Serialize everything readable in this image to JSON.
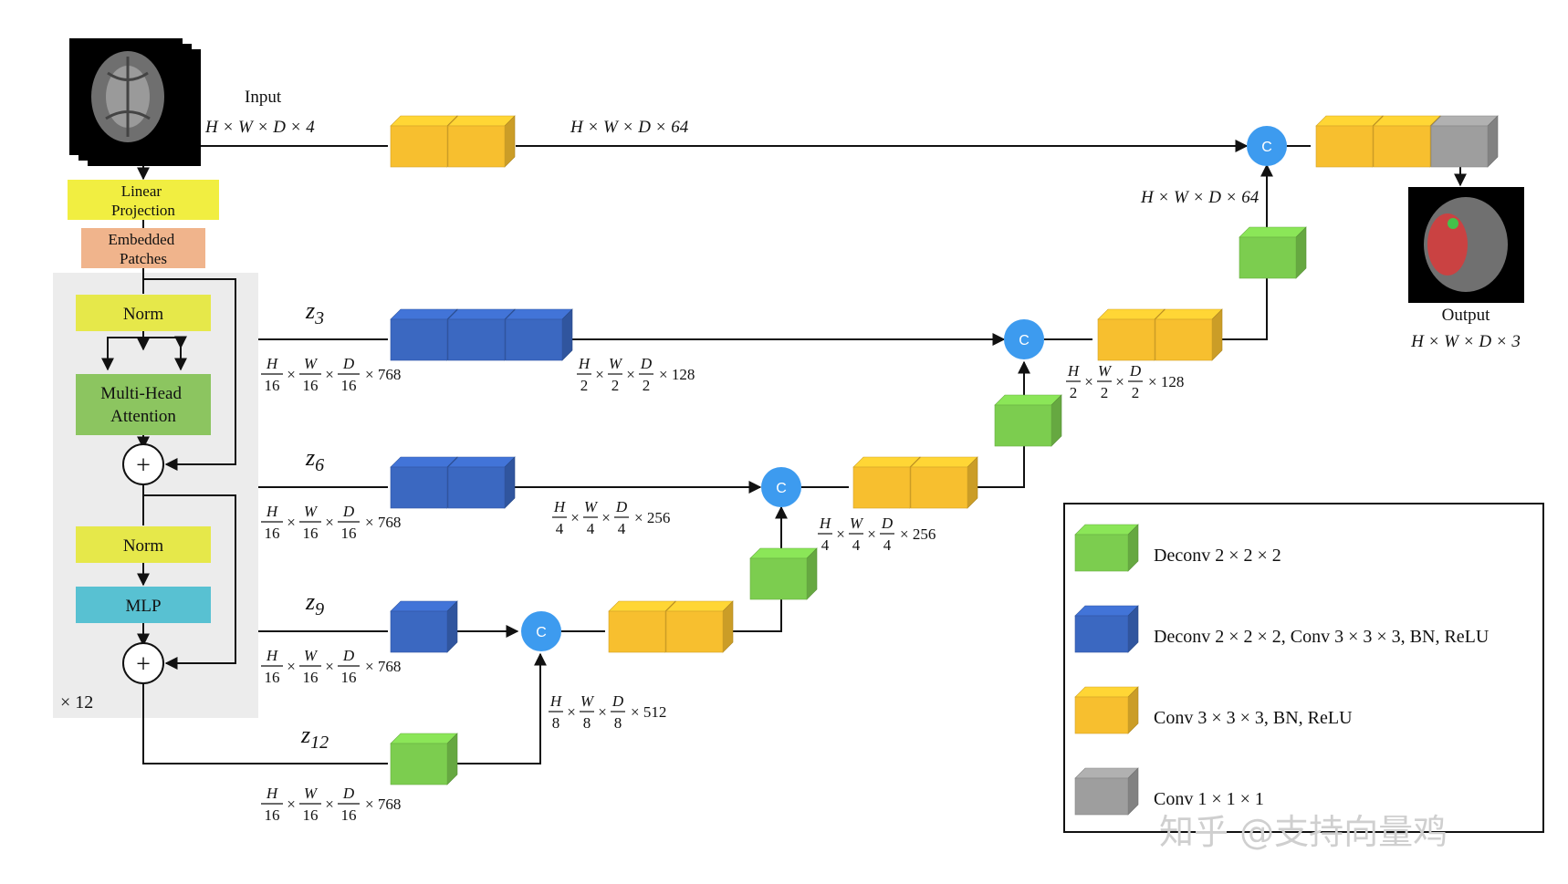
{
  "colors": {
    "yellow_block": "#f7bf2f",
    "blue_block": "#3b68c1",
    "green_block": "#7ccd4f",
    "gray_block": "#9e9e9e",
    "concat_circle": "#3d9bef",
    "linear_projection": "#f1ee41",
    "embedded_patches": "#f0b48c",
    "norm": "#e6e84a",
    "attention": "#8cc560",
    "mlp": "#58c1d2",
    "transformer_bg": "#ececec"
  },
  "encoder": {
    "input_label": "Input",
    "input_dims": "H × W × D × 4",
    "linear_projection": "Linear\nProjection",
    "embedded_patches": "Embedded\nPatches",
    "norm1": "Norm",
    "attention": "Multi-Head\nAttention",
    "norm2": "Norm",
    "mlp": "MLP",
    "plus": "+",
    "repeat": "× 12"
  },
  "skip": {
    "z_labels": [
      "z3",
      "z6",
      "z9",
      "z12"
    ],
    "z_base": "z",
    "z_subs": [
      "3",
      "6",
      "9",
      "12"
    ],
    "top_dims": "H × W × D × 64",
    "embed_mult": "× 768",
    "frac_H": "H",
    "frac_W": "W",
    "frac_D": "D",
    "den16": "16",
    "times": "×"
  },
  "dims": {
    "z3_out": {
      "den": "2",
      "mult": "× 128"
    },
    "z6_out": {
      "den": "4",
      "mult": "× 256"
    },
    "z9_out": {
      "den": "8",
      "mult": "× 512"
    },
    "dec3": {
      "den": "2",
      "mult": "× 128"
    },
    "dec2": {
      "den": "4",
      "mult": "× 256"
    },
    "dec4_dims": "H × W × D × 64"
  },
  "concat_label": "C",
  "output": {
    "label": "Output",
    "dims": "H × W × D × 3"
  },
  "legend": {
    "items": [
      {
        "color": "green",
        "label": "Deconv 2 × 2 × 2"
      },
      {
        "color": "blue",
        "label": "Deconv 2 × 2 × 2,  Conv 3 × 3 × 3, BN, ReLU"
      },
      {
        "color": "yellow",
        "label": "Conv 3 × 3 × 3, BN, ReLU"
      },
      {
        "color": "gray",
        "label": "Conv 1 × 1 × 1"
      }
    ]
  },
  "watermark": "知乎 @支持向量鸡"
}
